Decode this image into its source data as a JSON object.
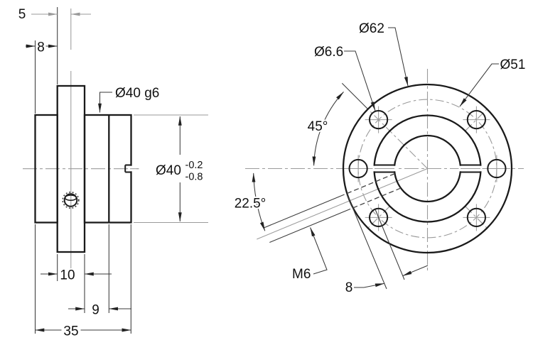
{
  "drawing_colors": {
    "outline": "#1a1a1a",
    "thin_line": "#3a3a3a",
    "centerline": "#9a9a9a",
    "background": "#ffffff"
  },
  "side_view": {
    "labels": {
      "setscrew_face_offset": "5",
      "hub_length": "8",
      "spigot_diameter": "Ø40 g6",
      "hub_diameter": "Ø40",
      "tolerance_upper": "-0.2",
      "tolerance_lower": "-0.8",
      "flange_width": "10",
      "spigot_length": "9",
      "overall_length": "35"
    }
  },
  "front_view": {
    "labels": {
      "flange_diameter": "Ø62",
      "bolt_hole_diameter": "Ø6.6",
      "bolt_circle_diameter": "Ø51",
      "hole_spacing_angle": "45°",
      "setscrew_angle": "22.5°",
      "setscrew_thread": "M6",
      "slot_offset": "8"
    }
  }
}
